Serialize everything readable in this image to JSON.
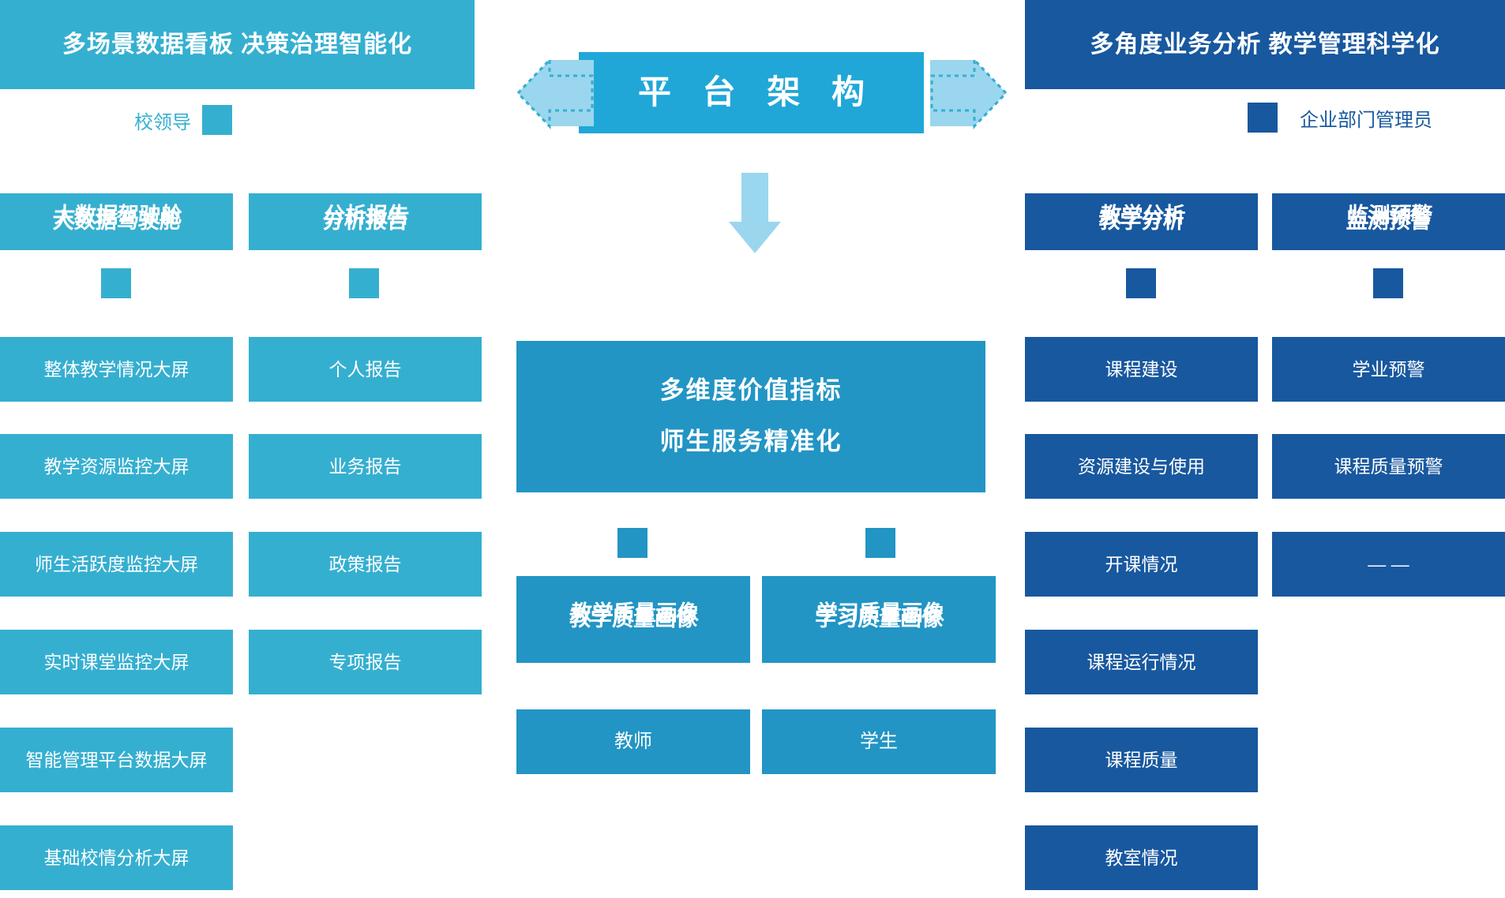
{
  "headers": {
    "left": "多场景数据看板 决策治理智能化",
    "right": "多角度业务分析 教学管理科学化",
    "center_title": "平 台 架 构"
  },
  "roles": {
    "left_label": "校领导",
    "right_label": "企业部门管理员"
  },
  "colors": {
    "cyan": "#35afd0",
    "cyan_title": "#20a7d8",
    "cyan_panel": "#2295c4",
    "navy": "#18589f",
    "arrow_fill": "#9ad6ee",
    "arrow_dash": "#35afd0",
    "white": "#ffffff"
  },
  "left_side": {
    "columns": [
      {
        "head": "大数据驾驶舱",
        "items": [
          "整体教学情况大屏",
          "教学资源监控大屏",
          "师生活跃度监控大屏",
          "实时课堂监控大屏",
          "智能管理平台数据大屏",
          "基础校情分析大屏"
        ]
      },
      {
        "head": "分析报告",
        "items": [
          "个人报告",
          "业务报告",
          "政策报告",
          "专项报告"
        ]
      }
    ]
  },
  "right_side": {
    "columns": [
      {
        "head": "教学分析",
        "items": [
          "课程建设",
          "资源建设与使用",
          "开课情况",
          "课程运行情况",
          "课程质量",
          "教室情况"
        ]
      },
      {
        "head": "监测预警",
        "items": [
          "学业预警",
          "课程质量预警",
          "— —"
        ]
      }
    ]
  },
  "center": {
    "value_line1": "多维度价值指标",
    "value_line2": "师生服务精准化",
    "portraits": [
      {
        "title": "教学质量画像",
        "person": "教师"
      },
      {
        "title": "学习质量画像",
        "person": "学生"
      }
    ]
  },
  "icons": {
    "arrow_left": "arrow-left-dotted-icon",
    "arrow_right": "arrow-right-dotted-icon",
    "arrow_down": "arrow-down-icon"
  }
}
